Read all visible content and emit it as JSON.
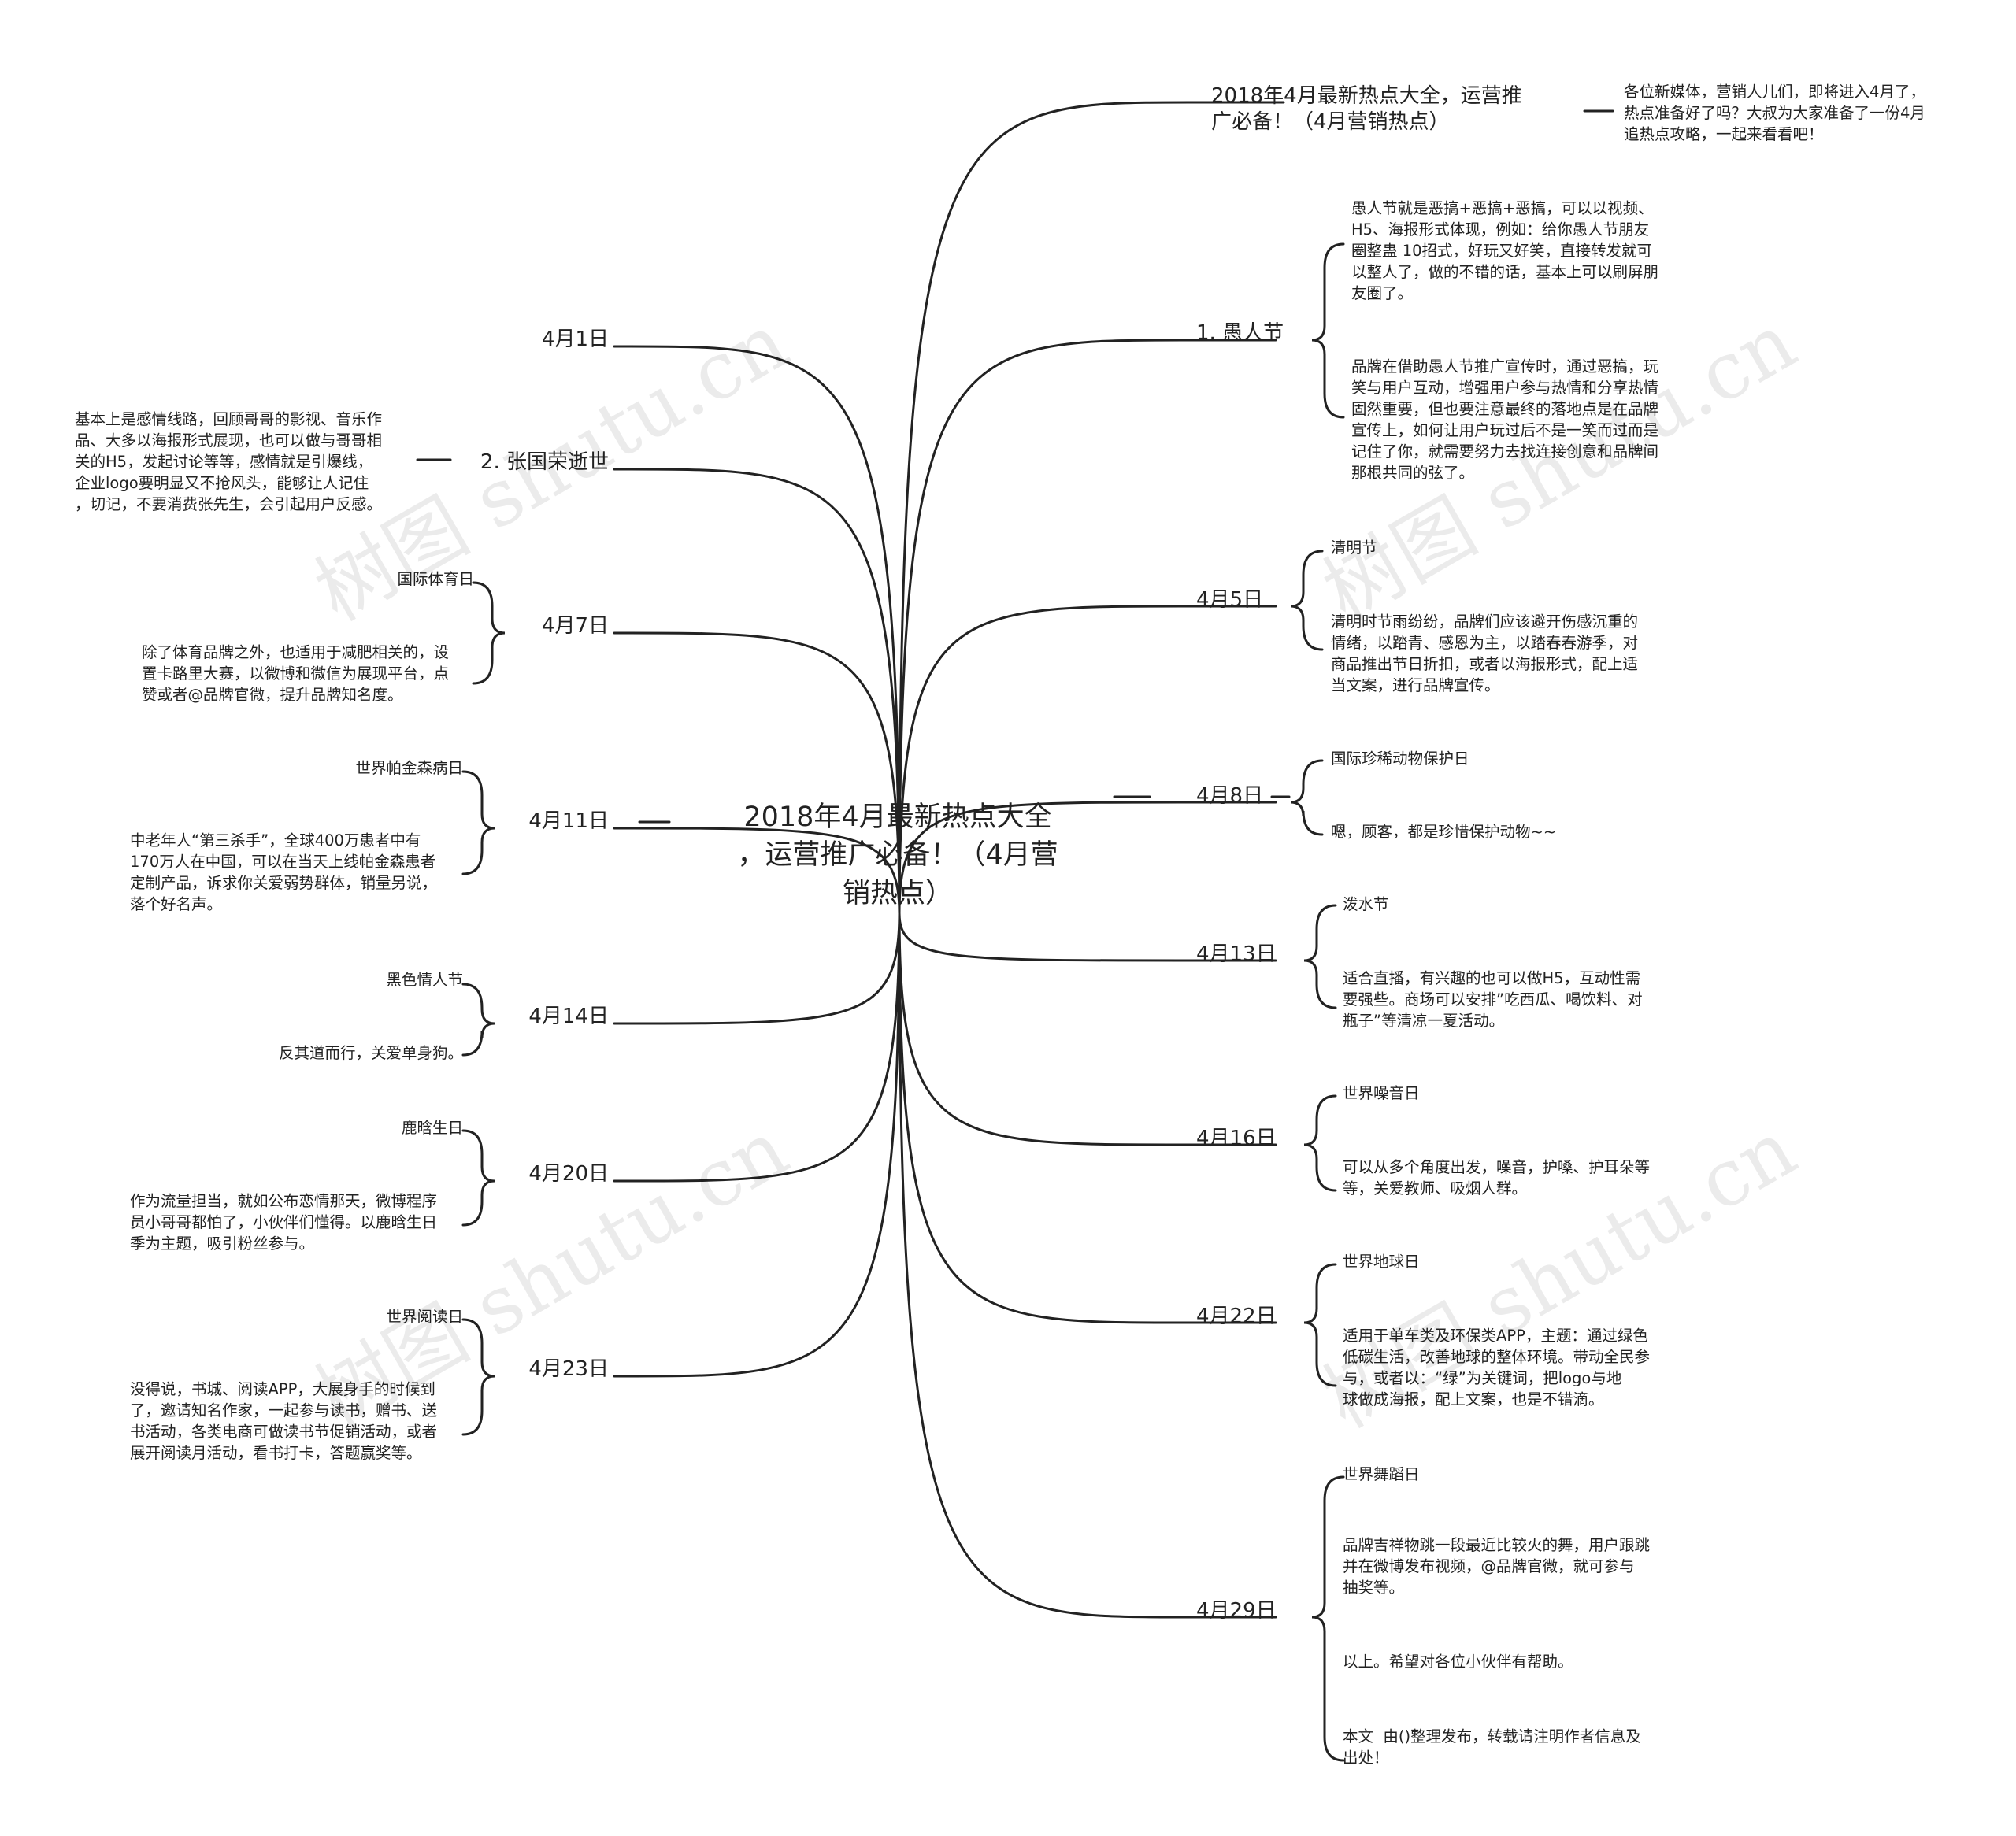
{
  "center": {
    "text": "2018年4月最新热点大全\n，运营推广必备！（4月营\n销热点）"
  },
  "watermark": "树图 shutu.cn",
  "right": [
    {
      "label": "2018年4月最新热点大全，运营推\n广必备！（4月营销热点）",
      "leaves": [
        "各位新媒体，营销人儿们，即将进入4月了，\n热点准备好了吗？大叔为大家准备了一份4月\n追热点攻略，一起来看看吧！"
      ]
    },
    {
      "label": "1. 愚人节",
      "leaves": [
        "愚人节就是恶搞+恶搞+恶搞，可以以视频、\nH5、海报形式体现，例如：给你愚人节朋友\n圈整蛊 10招式，好玩又好笑，直接转发就可\n以整人了，做的不错的话，基本上可以刷屏朋\n友圈了。",
        "品牌在借助愚人节推广宣传时，通过恶搞，玩\n笑与用户互动，增强用户参与热情和分享热情\n固然重要，但也要注意最终的落地点是在品牌\n宣传上，如何让用户玩过后不是一笑而过而是\n记住了你，就需要努力去找连接创意和品牌间\n那根共同的弦了。"
      ]
    },
    {
      "label": "4月5日",
      "leaves": [
        "清明节",
        "清明时节雨纷纷，品牌们应该避开伤感沉重的\n情绪，以踏青、感恩为主，以踏春春游季，对\n商品推出节日折扣，或者以海报形式，配上适\n当文案，进行品牌宣传。"
      ]
    },
    {
      "label": "4月8日",
      "leaves": [
        "国际珍稀动物保护日",
        "嗯，顾客，都是珍惜保护动物~~"
      ]
    },
    {
      "label": "4月13日",
      "leaves": [
        "泼水节",
        "适合直播，有兴趣的也可以做H5，互动性需\n要强些。商场可以安排”吃西瓜、喝饮料、对\n瓶子”等清凉一夏活动。"
      ]
    },
    {
      "label": "4月16日",
      "leaves": [
        "世界噪音日",
        "可以从多个角度出发，噪音，护嗓、护耳朵等\n等，关爱教师、吸烟人群。"
      ]
    },
    {
      "label": "4月22日",
      "leaves": [
        "世界地球日",
        "适用于单车类及环保类APP，主题：通过绿色\n低碳生活，改善地球的整体环境。带动全民参\n与，或者以：“绿”为关键词，把logo与地\n球做成海报，配上文案，也是不错滴。"
      ]
    },
    {
      "label": "4月29日",
      "leaves": [
        "世界舞蹈日",
        "品牌吉祥物跳一段最近比较火的舞，用户跟跳\n并在微博发布视频，@品牌官微，就可参与\n抽奖等。",
        "以上。希望对各位小伙伴有帮助。",
        "本文  由()整理发布，转载请注明作者信息及\n出处！"
      ]
    }
  ],
  "left": [
    {
      "label": "4月1日",
      "leaves": []
    },
    {
      "label": "2. 张国荣逝世",
      "leaves": [
        "基本上是感情线路，回顾哥哥的影视、音乐作\n品、大多以海报形式展现，也可以做与哥哥相\n关的H5，发起讨论等等，感情就是引爆线，\n企业logo要明显又不抢风头，能够让人记住\n，切记，不要消费张先生，会引起用户反感。"
      ]
    },
    {
      "label": "4月7日",
      "leaves": [
        "国际体育日",
        "除了体育品牌之外，也适用于减肥相关的，设\n置卡路里大赛，以微博和微信为展现平台，点\n赞或者@品牌官微，提升品牌知名度。"
      ]
    },
    {
      "label": "4月11日",
      "leaves": [
        "世界帕金森病日",
        "中老年人“第三杀手”，全球400万患者中有\n170万人在中国，可以在当天上线帕金森患者\n定制产品，诉求你关爱弱势群体，销量另说，\n落个好名声。"
      ]
    },
    {
      "label": "4月14日",
      "leaves": [
        "黑色情人节",
        "反其道而行，关爱单身狗。"
      ]
    },
    {
      "label": "4月20日",
      "leaves": [
        "鹿晗生日",
        "作为流量担当，就如公布恋情那天，微博程序\n员小哥哥都怕了，小伙伴们懂得。以鹿晗生日\n季为主题，吸引粉丝参与。"
      ]
    },
    {
      "label": "4月23日",
      "leaves": [
        "世界阅读日",
        "没得说，书城、阅读APP，大展身手的时候到\n了，邀请知名作家，一起参与读书，赠书、送\n书活动，各类电商可做读书节促销活动，或者\n展开阅读月活动，看书打卡，答题赢奖等。"
      ]
    }
  ]
}
